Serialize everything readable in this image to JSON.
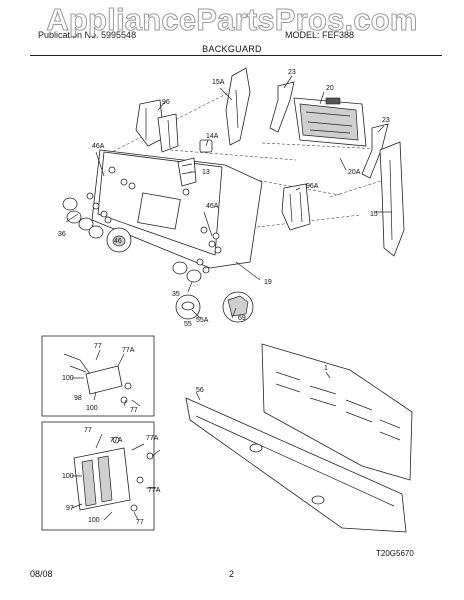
{
  "watermark": "AppliancePartsPros.com",
  "header_left": "Publication No. 5995548",
  "header_right": "MODEL: FEF388",
  "page_title": "BACKGUARD",
  "diagram_code": "T20G5670",
  "footer_date": "08/08",
  "footer_page": "2",
  "callouts": {
    "c1": "1",
    "c13": "13",
    "c14a": "14A",
    "c15": "15",
    "c15a": "15A",
    "c19": "19",
    "c20": "20",
    "c20a": "20A",
    "c23a": "23",
    "c23b": "23",
    "c35": "35",
    "c36": "36",
    "c46": "46",
    "c46a_l": "46A",
    "c46a_r": "46A",
    "c55": "55",
    "c55a": "55A",
    "c56": "56",
    "c69": "69",
    "c96": "96",
    "c96a": "96A",
    "i1_77": "77",
    "i1_77a": "77A",
    "i1_100a": "100",
    "i1_98": "98",
    "i1_100b": "100",
    "i1_77b": "77",
    "i2_77": "77",
    "i2_77a1": "77A",
    "i2_77a2": "77A",
    "i2_100a": "100",
    "i2_77a3": "77A",
    "i2_97": "97",
    "i2_100b": "100",
    "i2_77b": "77"
  }
}
